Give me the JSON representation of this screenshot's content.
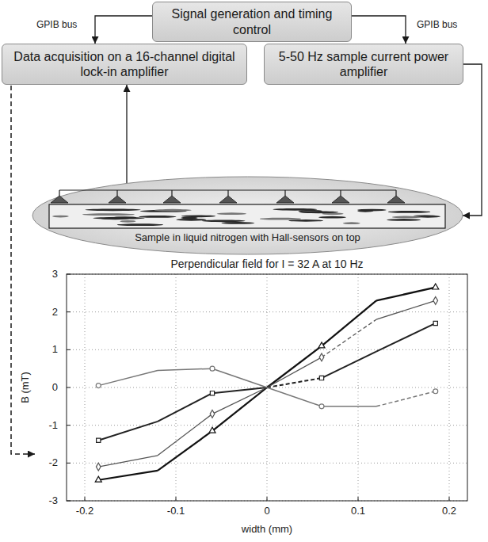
{
  "diagram": {
    "nodes": [
      {
        "text": [
          "Signal generation and timing control"
        ]
      },
      {
        "text": [
          "Data acquisition on a 16-channel digital lock-in amplifier"
        ]
      },
      {
        "text": [
          "5-50 Hz sample current power amplifier"
        ]
      },
      {
        "text": [
          "Sample in liquid nitrogen with Hall-sensors on top"
        ]
      }
    ],
    "edges": [
      {
        "from": 0,
        "to": 1,
        "label": "GPIB bus",
        "arrow": "to"
      },
      {
        "from": 0,
        "to": 2,
        "label": "GPIB bus",
        "arrow": "to"
      },
      {
        "from": 2,
        "to": 3,
        "arrow": "to"
      },
      {
        "from": 3,
        "to": 1,
        "arrow": "to"
      }
    ],
    "labels": [
      "Perpendicular field for I = 32 A at 10 Hz",
      "3",
      "2",
      "1",
      "0",
      "-1",
      "-2",
      "-3",
      "B (mT)",
      "-0.2",
      "-0.1",
      "0",
      "0.1",
      "0.2",
      "width (mm)"
    ]
  }
}
